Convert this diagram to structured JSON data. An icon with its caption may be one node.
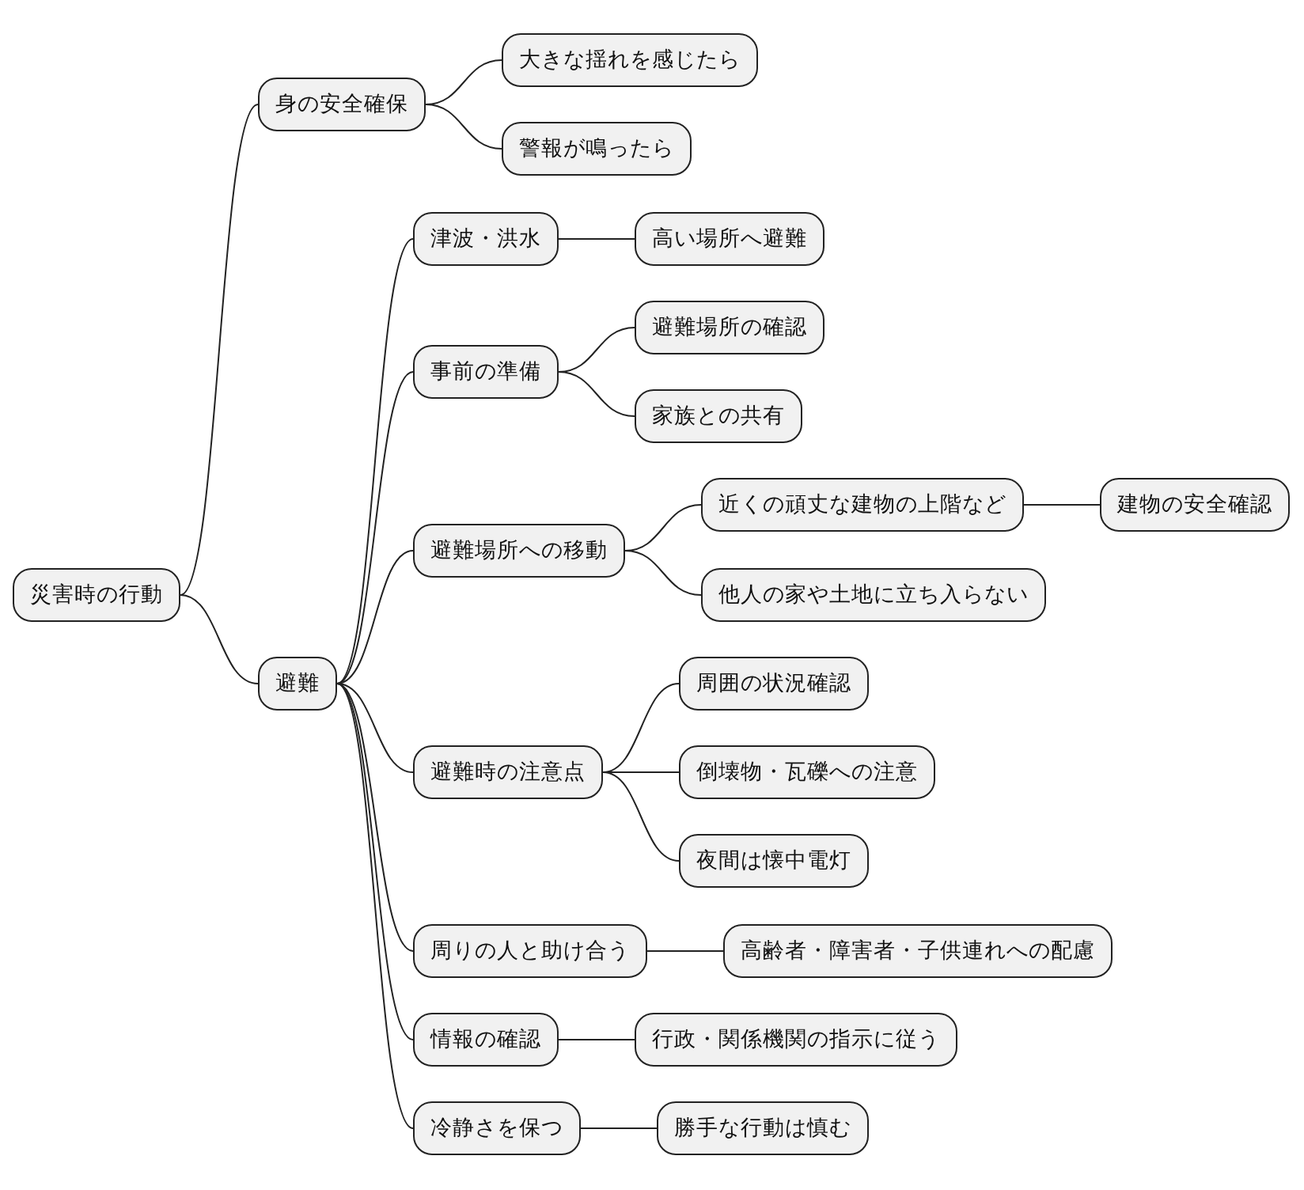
{
  "diagram": {
    "nodes": [
      {
        "text": [
          "災害時の行動"
        ]
      },
      {
        "text": [
          "身の安全確保"
        ]
      },
      {
        "text": [
          "大きな揺れを感じたら"
        ]
      },
      {
        "text": [
          "警報が鳴ったら"
        ]
      },
      {
        "text": [
          "避難"
        ]
      },
      {
        "text": [
          "津波・洪水"
        ]
      },
      {
        "text": [
          "高い場所へ避難"
        ]
      },
      {
        "text": [
          "事前の準備"
        ]
      },
      {
        "text": [
          "避難場所の確認"
        ]
      },
      {
        "text": [
          "家族との共有"
        ]
      },
      {
        "text": [
          "避難場所への移動"
        ]
      },
      {
        "text": [
          "近くの頑丈な建物の上階など"
        ]
      },
      {
        "text": [
          "建物の安全確認"
        ]
      },
      {
        "text": [
          "他人の家や土地に立ち入らない"
        ]
      },
      {
        "text": [
          "避難時の注意点"
        ]
      },
      {
        "text": [
          "周囲の状況確認"
        ]
      },
      {
        "text": [
          "倒壊物・瓦礫への注意"
        ]
      },
      {
        "text": [
          "夜間は懐中電灯"
        ]
      },
      {
        "text": [
          "周りの人と助け合う"
        ]
      },
      {
        "text": [
          "高齢者・障害者・子供連れへの配慮"
        ]
      },
      {
        "text": [
          "情報の確認"
        ]
      },
      {
        "text": [
          "行政・関係機関の指示に従う"
        ]
      },
      {
        "text": [
          "冷静さを保つ"
        ]
      },
      {
        "text": [
          "勝手な行動は慎む"
        ]
      }
    ],
    "edges": [
      {
        "from": 0,
        "to": 1,
        "arrow": "none"
      },
      {
        "from": 1,
        "to": 2,
        "arrow": "none"
      },
      {
        "from": 1,
        "to": 3,
        "arrow": "none"
      },
      {
        "from": 0,
        "to": 4,
        "arrow": "none"
      },
      {
        "from": 4,
        "to": 5,
        "arrow": "none"
      },
      {
        "from": 5,
        "to": 6,
        "arrow": "none"
      },
      {
        "from": 4,
        "to": 7,
        "arrow": "none"
      },
      {
        "from": 7,
        "to": 8,
        "arrow": "none"
      },
      {
        "from": 7,
        "to": 9,
        "arrow": "none"
      },
      {
        "from": 4,
        "to": 10,
        "arrow": "none"
      },
      {
        "from": 10,
        "to": 11,
        "arrow": "none"
      },
      {
        "from": 11,
        "to": 12,
        "arrow": "none"
      },
      {
        "from": 10,
        "to": 13,
        "arrow": "none"
      },
      {
        "from": 4,
        "to": 14,
        "arrow": "none"
      },
      {
        "from": 14,
        "to": 15,
        "arrow": "none"
      },
      {
        "from": 14,
        "to": 16,
        "arrow": "none"
      },
      {
        "from": 14,
        "to": 17,
        "arrow": "none"
      },
      {
        "from": 4,
        "to": 18,
        "arrow": "none"
      },
      {
        "from": 18,
        "to": 19,
        "arrow": "none"
      },
      {
        "from": 4,
        "to": 20,
        "arrow": "none"
      },
      {
        "from": 20,
        "to": 21,
        "arrow": "none"
      },
      {
        "from": 4,
        "to": 22,
        "arrow": "none"
      },
      {
        "from": 22,
        "to": 23,
        "arrow": "none"
      }
    ]
  }
}
